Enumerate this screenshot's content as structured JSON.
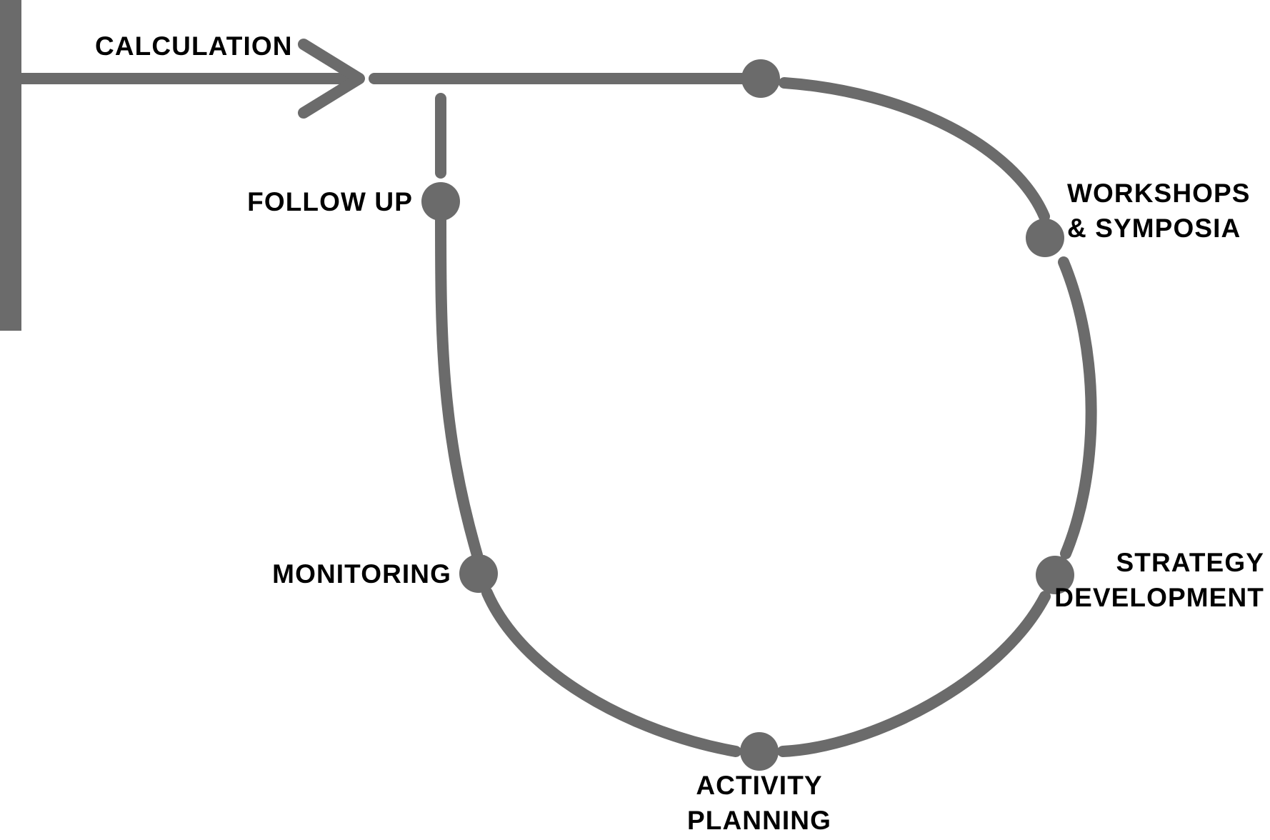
{
  "diagram": {
    "type": "cycle-flow",
    "background_color": "#ffffff",
    "stroke_color": "#6b6b6b",
    "label_color": "#000000",
    "entry": {
      "label": "CALCULATION",
      "icon": "arrow-right-icon"
    },
    "nodes": [
      {
        "id": "entry-node",
        "label": "",
        "label_lines": []
      },
      {
        "id": "workshops",
        "label": "WORKSHOPS & SYMPOSIA",
        "label_lines": [
          "WORKSHOPS",
          "& SYMPOSIA"
        ]
      },
      {
        "id": "strategy",
        "label": "STRATEGY DEVELOPMENT",
        "label_lines": [
          "STRATEGY",
          "DEVELOPMENT"
        ]
      },
      {
        "id": "activity-planning",
        "label": "ACTIVITY PLANNING",
        "label_lines": [
          "ACTIVITY",
          "PLANNING"
        ]
      },
      {
        "id": "monitoring",
        "label": "MONITORING",
        "label_lines": [
          "MONITORING"
        ]
      },
      {
        "id": "follow-up",
        "label": "FOLLOW UP",
        "label_lines": [
          "FOLLOW UP"
        ]
      }
    ],
    "labels": {
      "calculation": "CALCULATION",
      "workshops_line1": "WORKSHOPS",
      "workshops_line2": "& SYMPOSIA",
      "strategy_line1": "STRATEGY",
      "strategy_line2": "DEVELOPMENT",
      "activity_line1": "ACTIVITY",
      "activity_line2": "PLANNING",
      "monitoring": "MONITORING",
      "follow_up": "FOLLOW UP"
    }
  }
}
